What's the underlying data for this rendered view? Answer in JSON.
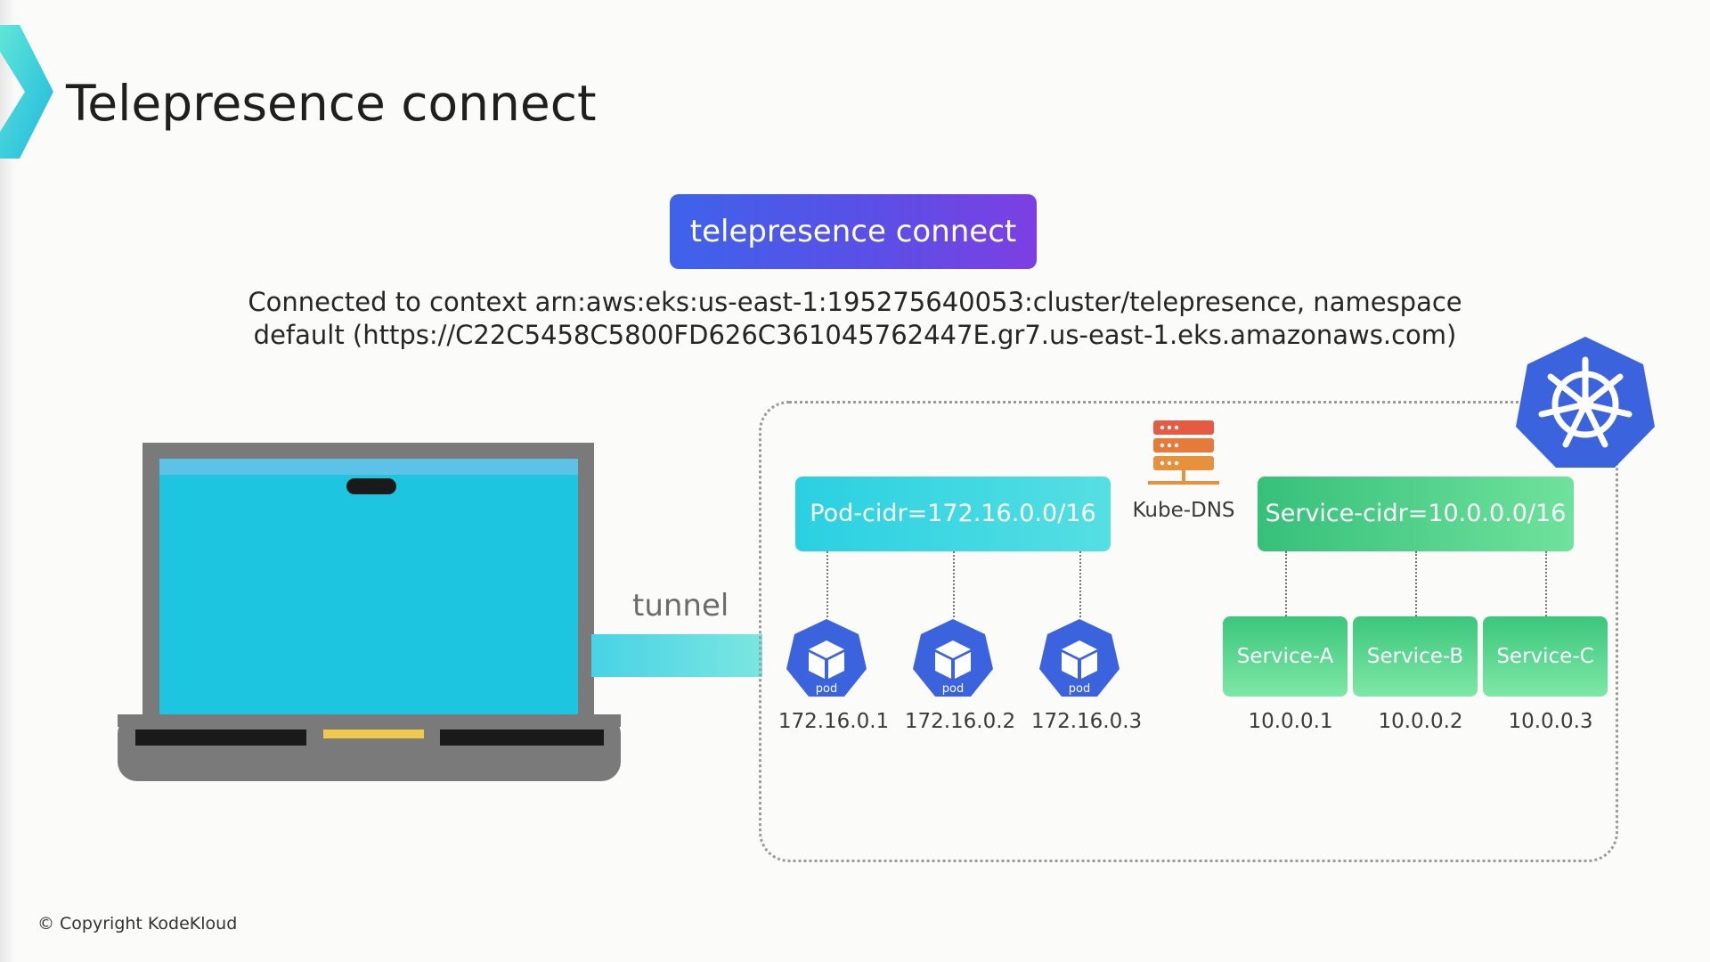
{
  "title": "Telepresence connect",
  "command_button": "telepresence connect",
  "connect_output": {
    "line1": "Connected to context arn:aws:eks:us-east-1:195275640053:cluster/telepresence, namespace",
    "line2": "default (https://C22C5458C5800FD626C361045762447E.gr7.us-east-1.eks.amazonaws.com)"
  },
  "tunnel_label": "tunnel",
  "kube_dns_label": "Kube-DNS",
  "pod_cidr": "Pod-cidr=172.16.0.0/16",
  "service_cidr": "Service-cidr=10.0.0.0/16",
  "pods": [
    {
      "icon_text": "pod",
      "ip": "172.16.0.1"
    },
    {
      "icon_text": "pod",
      "ip": "172.16.0.2"
    },
    {
      "icon_text": "pod",
      "ip": "172.16.0.3"
    }
  ],
  "services": [
    {
      "name": "Service-A",
      "ip": "10.0.0.1"
    },
    {
      "name": "Service-B",
      "ip": "10.0.0.2"
    },
    {
      "name": "Service-C",
      "ip": "10.0.0.3"
    }
  ],
  "copyright": "© Copyright KodeKloud",
  "icons": {
    "title_marker": "chevron-icon",
    "laptop": "laptop-icon",
    "dns": "server-stack-icon",
    "kubernetes": "kubernetes-helm-icon",
    "pod": "cube-icon"
  },
  "colors": {
    "command_gradient": [
      "#3e63ea",
      "#7d3fe2"
    ],
    "pod_cidr": "#2ad0e2",
    "service_cidr": "#36c07a",
    "pod_hexagon": "#3a63dd",
    "kubernetes_logo": "#3a63dd",
    "dns": "#e0723c",
    "laptop_screen": "#1ec5e0"
  }
}
